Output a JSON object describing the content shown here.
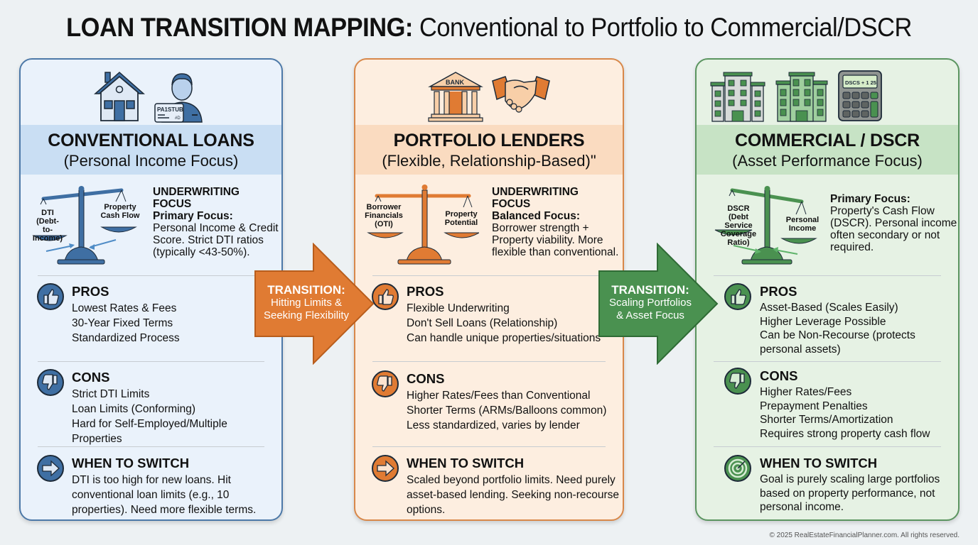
{
  "title": {
    "bold": "LOAN TRANSITION MAPPING:",
    "light": "Conventional to Portfolio to Commercial/DSCR"
  },
  "colors": {
    "blue": "#3f6fa3",
    "orange": "#e07b33",
    "green": "#4a9150",
    "background": "#edf1f3"
  },
  "columns": [
    {
      "id": "conventional",
      "icons": [
        "house-icon",
        "borrower-with-paystub-icon"
      ],
      "paystub_label": "PA1STUB",
      "paystub_small": "#D",
      "heading": "CONVENTIONAL LOANS",
      "subheading": "(Personal Income Focus)",
      "scale": {
        "left_label": "DTI\n(Debt-to-\nIncome)",
        "right_label": "Property\nCash Flow"
      },
      "underwriting": {
        "title": "UNDERWRITING FOCUS",
        "focus_label": "Primary Focus:",
        "text": "Personal Income & Credit Score. Strict DTI ratios (typically <43-50%)."
      },
      "pros": {
        "title": "PROS",
        "items": [
          "Lowest Rates & Fees",
          "30-Year Fixed Terms",
          "Standardized Process"
        ]
      },
      "cons": {
        "title": "CONS",
        "items": [
          "Strict DTI Limits",
          "Loan Limits (Conforming)",
          "Hard for Self-Employed/Multiple Properties"
        ]
      },
      "switch": {
        "title": "WHEN TO SWITCH",
        "text": "DTI is too high for new loans. Hit conventional loan limits (e.g., 10 properties). Need more flexible terms."
      }
    },
    {
      "id": "portfolio",
      "icons": [
        "bank-icon",
        "handshake-icon"
      ],
      "bank_label": "BANK",
      "heading": "PORTFOLIO LENDERS",
      "subheading": "(Flexible, Relationship-Based)\"",
      "scale": {
        "left_label": "Borrower\nFinancials\n(OTI)",
        "right_label": "Property\nPotential"
      },
      "underwriting": {
        "title": "UNDERWRITING FOCUS",
        "focus_label": "Balanced Focus:",
        "text": "Borrower strength + Property viability. More flexible than conventional."
      },
      "pros": {
        "title": "PROS",
        "items": [
          "Flexible Underwriting",
          "Don't Sell Loans (Relationship)",
          "Can handle unique properties/situations"
        ]
      },
      "cons": {
        "title": "CONS",
        "items": [
          "Higher Rates/Fees than Conventional",
          "Shorter Terms (ARMs/Balloons common)",
          "Less standardized, varies by lender"
        ]
      },
      "switch": {
        "title": "WHEN TO SWITCH",
        "text": "Scaled beyond portfolio limits. Need purely asset-based lending. Seeking non-recourse options."
      }
    },
    {
      "id": "commercial",
      "icons": [
        "office-building-icon",
        "apartment-building-icon",
        "calculator-icon"
      ],
      "calculator_display": "DSCS + 1 25",
      "heading": "COMMERCIAL / DSCR",
      "subheading": "(Asset Performance Focus)",
      "scale": {
        "left_label": "DSCR\n(Debt Service\nCoverage Ratio)",
        "right_label": "Personal\nIncome"
      },
      "underwriting": {
        "title": "",
        "focus_label": "Primary Focus:",
        "text": "Property's Cash Flow (DSCR). Personal income often secondary or not required."
      },
      "pros": {
        "title": "PROS",
        "items": [
          "Asset-Based (Scales Easily)",
          "Higher Leverage Possible",
          "Can be Non-Recourse (protects",
          "personal assets)"
        ]
      },
      "cons": {
        "title": "CONS",
        "items": [
          "Higher Rates/Fees",
          "Prepayment Penalties",
          "Shorter Terms/Amortization",
          "Requires strong property cash flow"
        ]
      },
      "switch": {
        "title": "WHEN TO SWITCH",
        "text": "Goal is purely scaling large portfolios based on property performance, not personal income."
      }
    }
  ],
  "transitions": [
    {
      "title": "TRANSITION:",
      "text": [
        "Hitting Limits &",
        "Seeking Flexibility"
      ]
    },
    {
      "title": "TRANSITION:",
      "text": [
        "Scaling Portfolios",
        "& Asset Focus"
      ]
    }
  ],
  "footer": "© 2025 RealEstateFinancialPlanner.com. All rights reserved."
}
